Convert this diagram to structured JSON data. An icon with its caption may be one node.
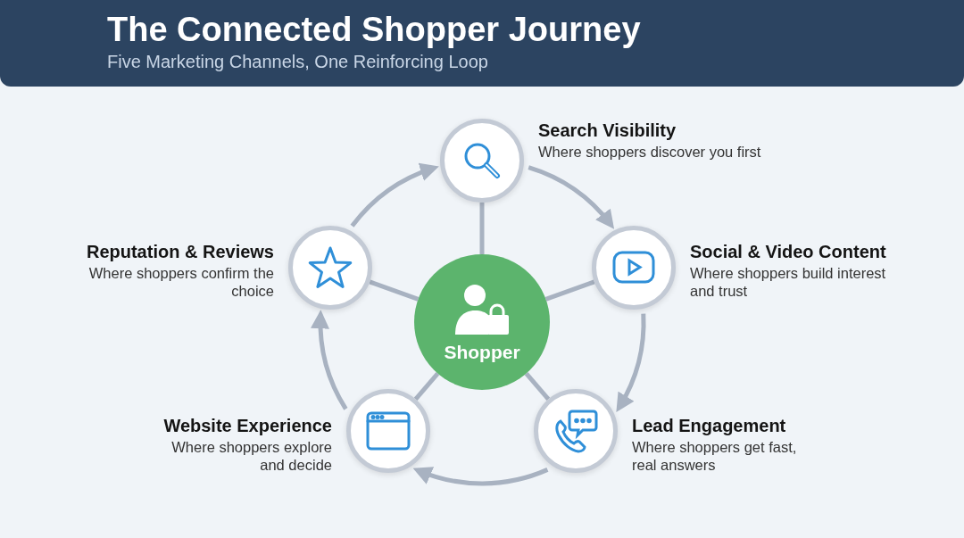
{
  "diagram": {
    "title": "The Connected Shopper Journey",
    "caption": "Five Marketing Channels, One Reinforcing Loop",
    "nodes": [
      {
        "text": [
          "Shopper"
        ]
      },
      {
        "text": [
          "Search Visibility",
          "Where shoppers discover you first"
        ]
      },
      {
        "text": [
          "Social & Video Content",
          "Where shoppers build interest and trust"
        ]
      },
      {
        "text": [
          "Lead Engagement",
          "Where shoppers get fast, real answers"
        ]
      },
      {
        "text": [
          "Website Experience",
          "Where shoppers explore and decide"
        ]
      },
      {
        "text": [
          "Reputation & Reviews",
          "Where shoppers confirm the choice"
        ]
      }
    ],
    "edges": [
      {
        "from": 0,
        "to": 1,
        "arrow": "none"
      },
      {
        "from": 0,
        "to": 2,
        "arrow": "none"
      },
      {
        "from": 0,
        "to": 3,
        "arrow": "none"
      },
      {
        "from": 0,
        "to": 4,
        "arrow": "none"
      },
      {
        "from": 0,
        "to": 5,
        "arrow": "none"
      },
      {
        "from": 1,
        "to": 2,
        "arrow": "to"
      },
      {
        "from": 2,
        "to": 3,
        "arrow": "to"
      },
      {
        "from": 3,
        "to": 4,
        "arrow": "to"
      },
      {
        "from": 4,
        "to": 5,
        "arrow": "to"
      },
      {
        "from": 5,
        "to": 1,
        "arrow": "to"
      }
    ]
  }
}
